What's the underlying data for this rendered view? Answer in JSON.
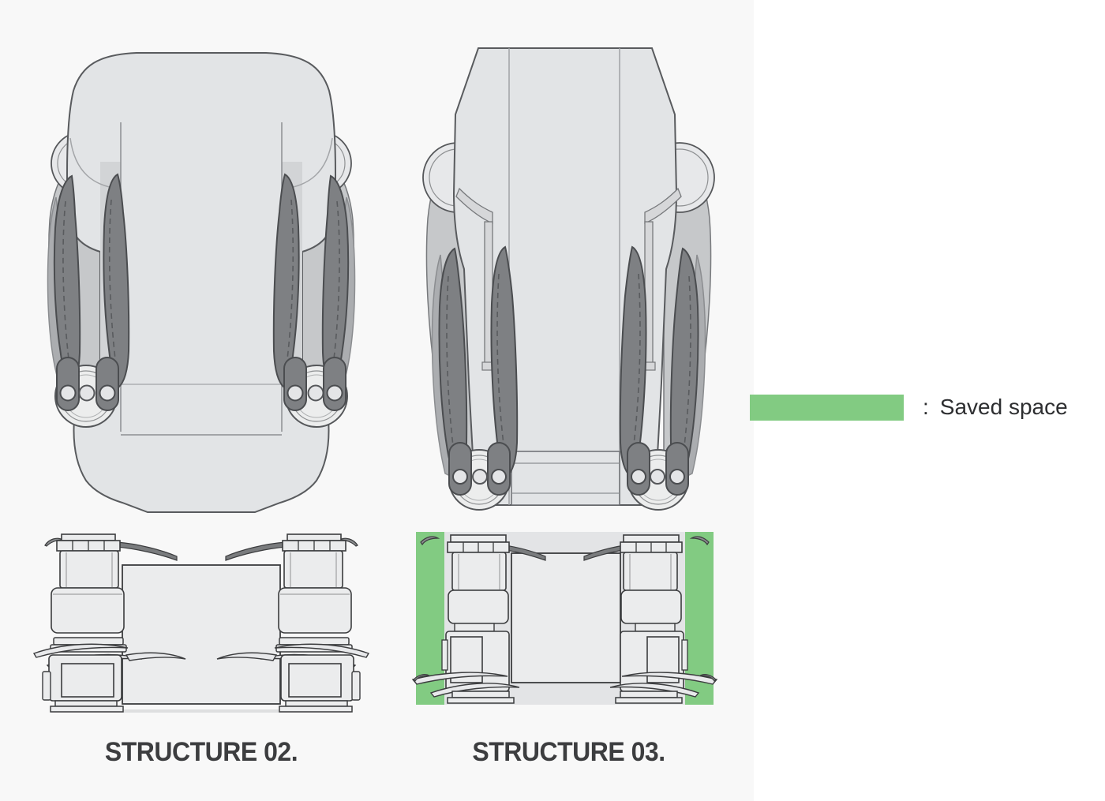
{
  "page": {
    "background": "#ffffff",
    "panel_background": "#f8f8f8"
  },
  "figures": {
    "structure02": {
      "label": "STRUCTURE 02."
    },
    "structure03": {
      "label": "STRUCTURE 03."
    }
  },
  "legend": {
    "separator": ":",
    "label": "Saved space",
    "swatch_color": "#82cb82"
  },
  "colors": {
    "saved_space_green": "#82cb82",
    "label_text": "#3c3d3f",
    "legend_text": "#2d2e30",
    "drawing_outline": "#55575a",
    "body_fill": "#e2e4e6",
    "arm_fill": "#c6c8ca",
    "propeller_fill": "#7e8083",
    "side_view_fill": "#ebeced",
    "footprint_backdrop": "#e3e4e6"
  }
}
